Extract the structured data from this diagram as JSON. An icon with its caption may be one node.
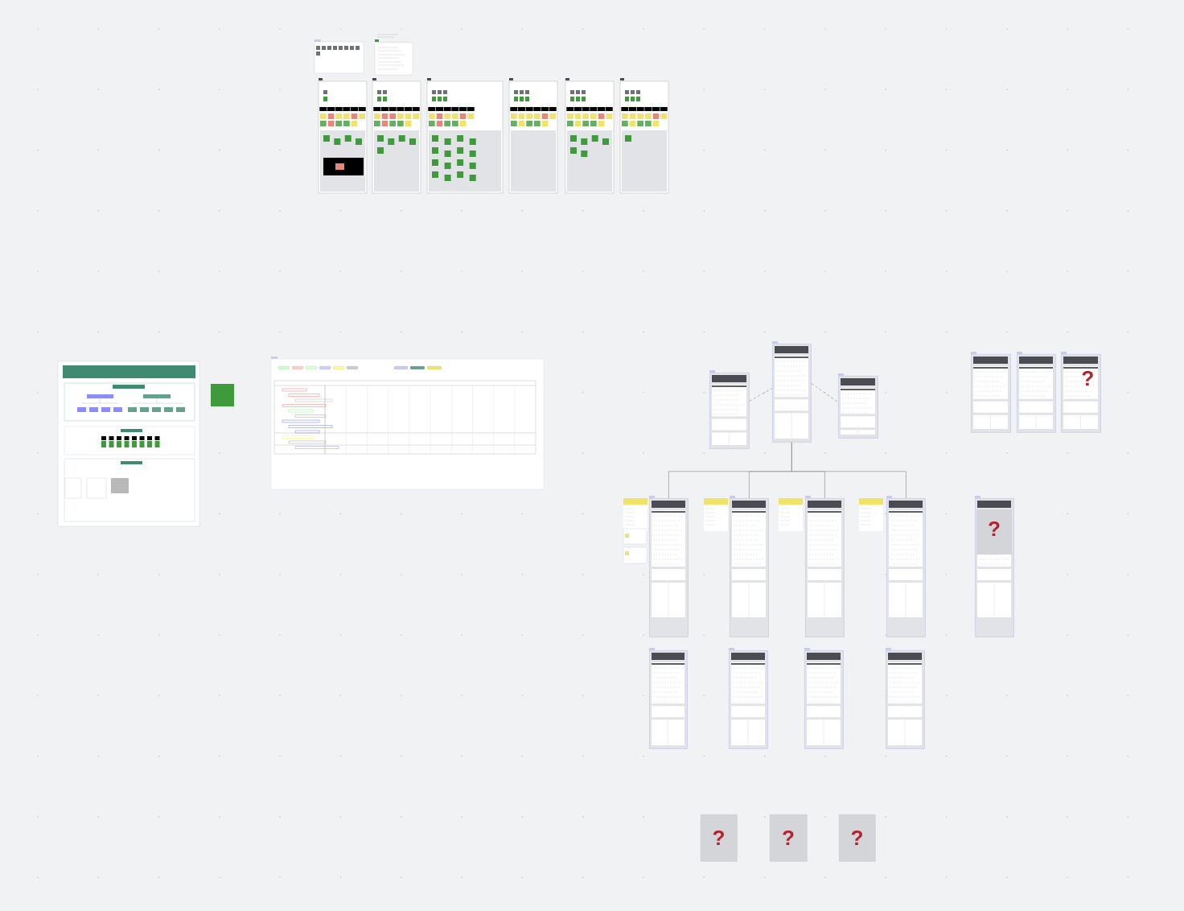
{
  "diagram": {
    "nodes": [
      {
        "text": [],
        "shape": "box"
      },
      {
        "text": [],
        "shape": "box"
      },
      {
        "text": [],
        "shape": "box"
      },
      {
        "text": [],
        "shape": "box"
      },
      {
        "text": [],
        "shape": "box"
      },
      {
        "text": [],
        "shape": "box"
      },
      {
        "text": [],
        "shape": "box"
      },
      {
        "text": [],
        "shape": "box"
      },
      {
        "text": [],
        "shape": "box"
      },
      {
        "text": [],
        "shape": "box"
      },
      {
        "text": [],
        "shape": "box"
      },
      {
        "text": [],
        "shape": "box"
      },
      {
        "text": [],
        "shape": "box"
      },
      {
        "text": [
          "?"
        ]
      },
      {
        "text": [
          "?"
        ]
      },
      {
        "text": [
          "?"
        ]
      },
      {
        "text": [
          "?"
        ]
      },
      {
        "text": [
          "?"
        ]
      }
    ],
    "edges": [
      {
        "from": 1,
        "to": 0,
        "arrow": "none",
        "style": "dashed"
      },
      {
        "from": 0,
        "to": 2,
        "arrow": "none",
        "style": "dashed"
      },
      {
        "from": 0,
        "to": 3,
        "arrow": "none"
      },
      {
        "from": 0,
        "to": 4,
        "arrow": "none"
      },
      {
        "from": 0,
        "to": 5,
        "arrow": "none"
      },
      {
        "from": 0,
        "to": 6,
        "arrow": "none"
      }
    ]
  }
}
